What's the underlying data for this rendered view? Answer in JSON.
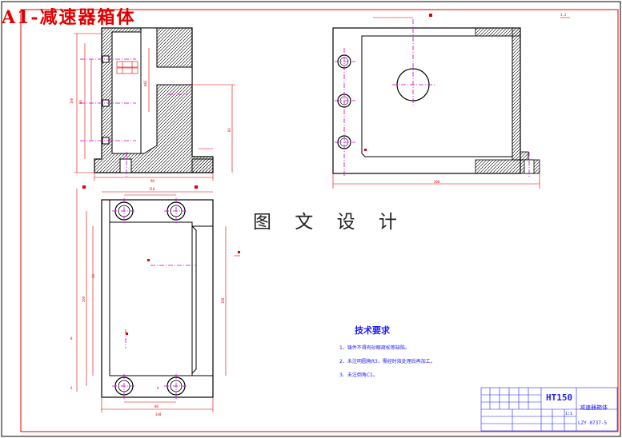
{
  "drawing": {
    "title": "A1-减速器箱体",
    "watermark": "图 文 设 计",
    "technical_requirements": {
      "title": "技术要求",
      "items": [
        "1、铸件不得有砂眼疏松等缺陷。",
        "2、未注明圆角R3，需经时效处理后再加工。",
        "3、未注倒角C1。"
      ]
    },
    "title_block": {
      "material": "HT150",
      "part_name": "减速器箱体",
      "drawing_number": "LZY-0737-5",
      "scale": "1:1"
    }
  },
  "colors": {
    "outline": "#000000",
    "dimension": "#e00000",
    "centerline": "#d000d0",
    "annotation": "#2020ff",
    "frame": "#e00000"
  }
}
